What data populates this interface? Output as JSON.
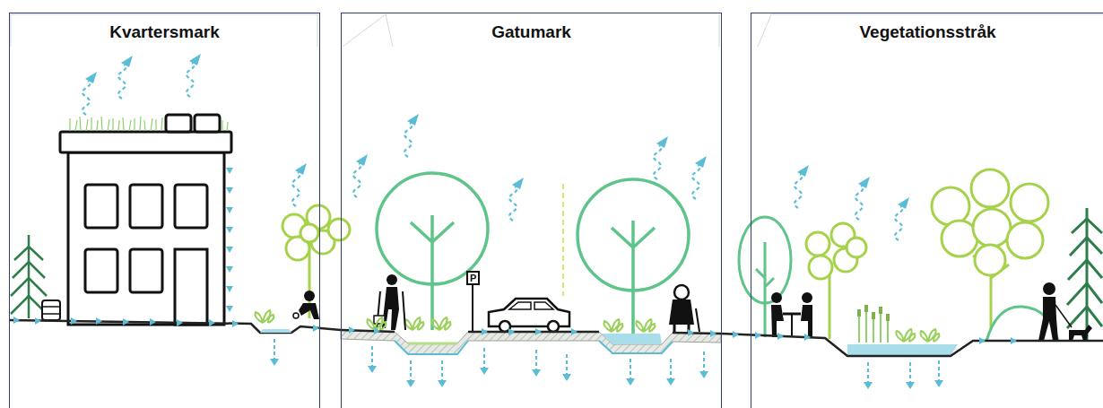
{
  "diagram": {
    "nodes": [
      {
        "text": [
          "Kvartersmark"
        ]
      },
      {
        "text": [
          "Gatumark"
        ]
      },
      {
        "text": [
          "Vegetationsstråk"
        ]
      }
    ],
    "labels": [
      "P"
    ]
  }
}
